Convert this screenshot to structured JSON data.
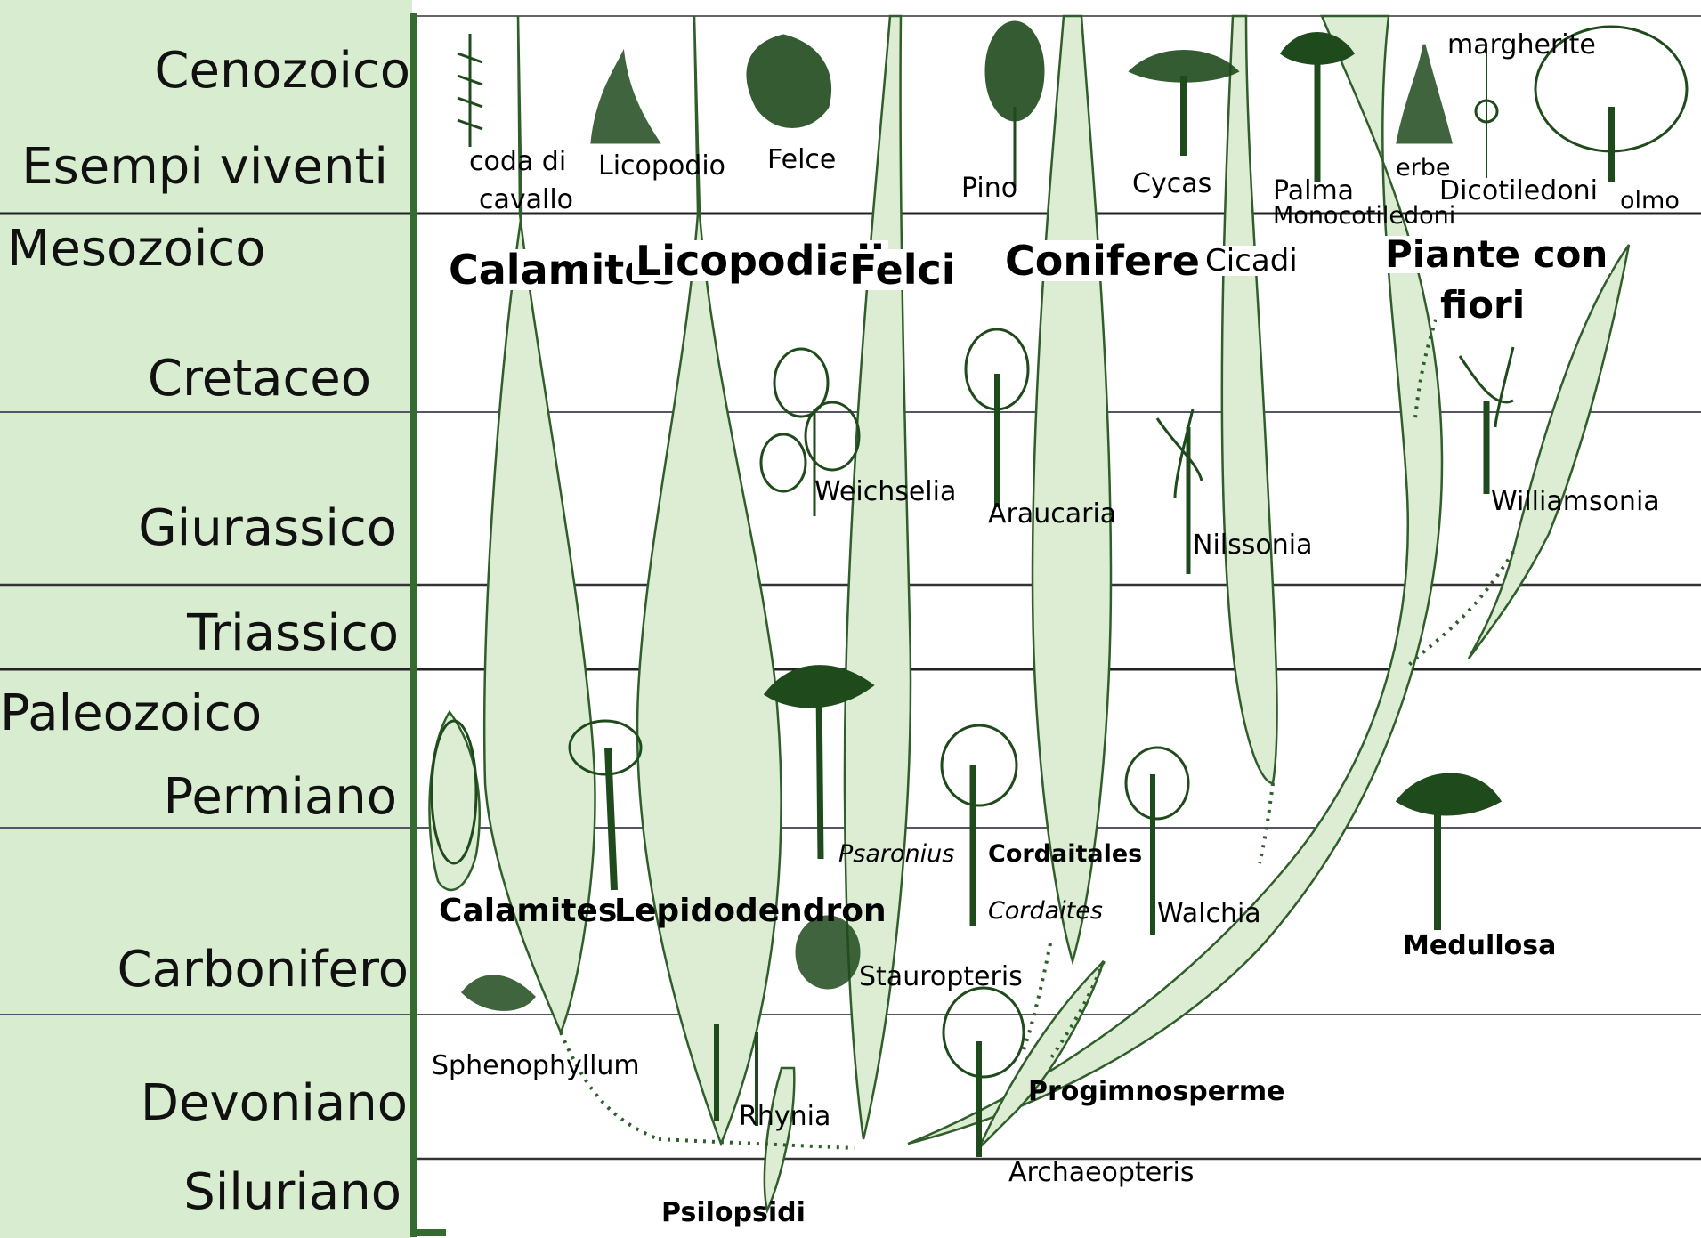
{
  "periods": {
    "cenozoico": "Cenozoico",
    "esempi": "Esempi viventi",
    "mesozoico": "Mesozoico",
    "cretaceo": "Cretaceo",
    "giurassico": "Giurassico",
    "triassico": "Triassico",
    "paleozoico": "Paleozoico",
    "permiano": "Permiano",
    "carbonifero": "Carbonifero",
    "devoniano": "Devoniano",
    "siluriano": "Siluriano"
  },
  "groups": {
    "calamites": "Calamites",
    "licopodiali": "Licopodiali",
    "felci": "Felci",
    "conifere": "Conifere",
    "cicadi": "Cicadi",
    "piante_con_fiori_1": "Piante con",
    "piante_con_fiori_2": "fiori"
  },
  "living": {
    "coda_1": "coda di",
    "coda_2": "cavallo",
    "licopodio": "Licopodio",
    "felce": "Felce",
    "pino": "Pino",
    "cycas": "Cycas",
    "palma": "Palma",
    "monocotiledoni": "Monocotiledoni",
    "erbe": "erbe",
    "margherite": "margherite",
    "dicotiledoni": "Dicotiledoni",
    "olmo": "olmo"
  },
  "fossils": {
    "weichselia": "Weichselia",
    "araucaria": "Araucaria",
    "nilssonia": "Nilssonia",
    "williamsonia": "Williamsonia",
    "psaronius": "Psaronius",
    "cordaitales": "Cordaitales",
    "cordaites": "Cordaites",
    "calamites": "Calamites",
    "lepidodendron": "Lepidodendron",
    "walchia": "Walchia",
    "medullosa": "Medullosa",
    "stauropteris": "Stauropteris",
    "sphenophyllum": "Sphenophyllum",
    "rhynia": "Rhynia",
    "progimnosperme": "Progimnosperme",
    "archaeopteris": "Archaeopteris",
    "psilopsidi": "Psilopsidi"
  },
  "colors": {
    "sidebar": "#d8ecd0",
    "lineage": "#dcedd4",
    "stroke": "#2f5e2a",
    "axis": "#356b2e"
  }
}
